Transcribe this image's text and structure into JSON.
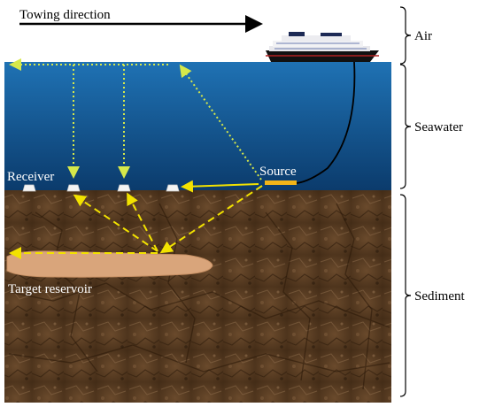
{
  "title_arrow_label": "Towing direction",
  "layers": {
    "air": "Air",
    "seawater": "Seawater",
    "sediment": "Sediment"
  },
  "labels": {
    "receiver": "Receiver",
    "source": "Source",
    "target": "Target reservoir"
  },
  "colors": {
    "sea_top": "#1e6fb0",
    "sea_bottom": "#0a3d70",
    "sediment": "#5a3c22",
    "reservoir": "#d8a57a",
    "ray_air": "#d6e84a",
    "ray_sub": "#f2e200",
    "source_bar": "#f2b418"
  },
  "icons": {
    "ship": "cruise-ship-icon",
    "receiver": "receiver-node-icon"
  }
}
